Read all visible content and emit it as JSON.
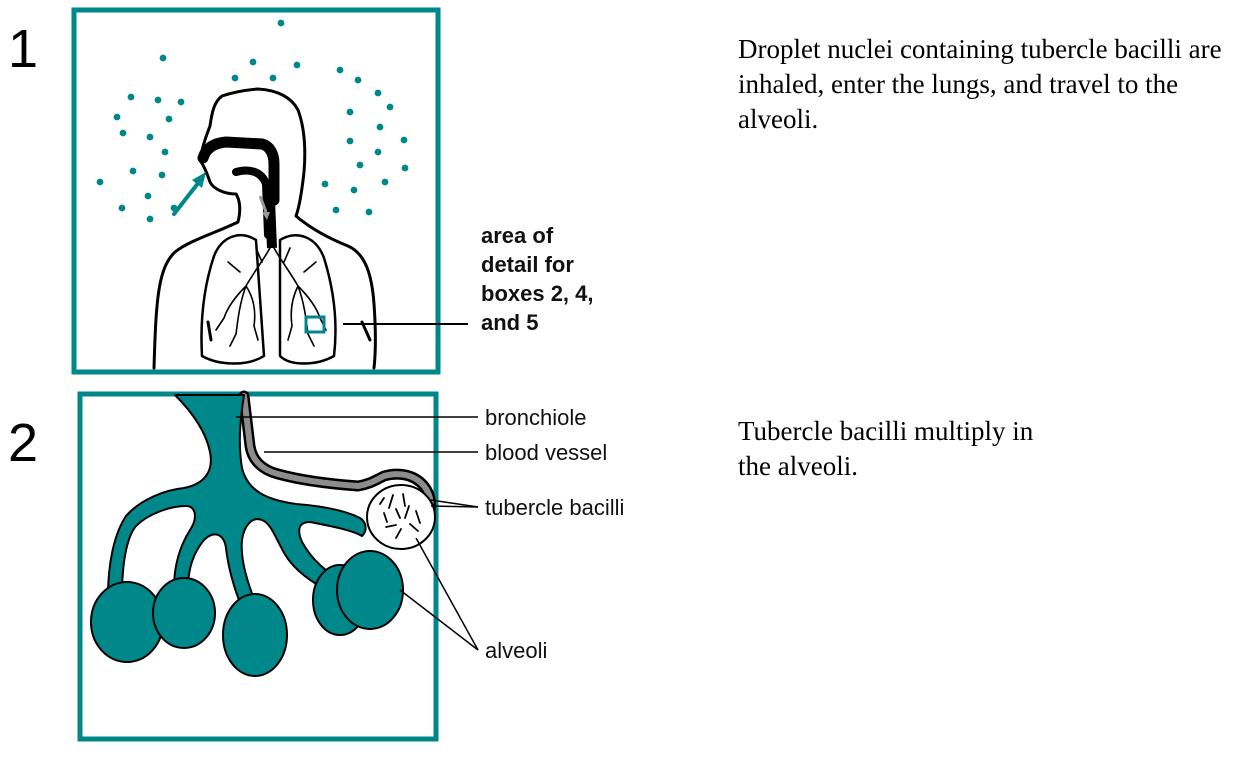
{
  "steps": [
    {
      "number": "1",
      "description": "Droplet nuclei containing tubercle bacilli are inhaled, enter the lungs, and travel to the alveoli.",
      "callout_lines": [
        "area of",
        "detail for",
        "boxes 2, 4,",
        "and 5"
      ]
    },
    {
      "number": "2",
      "description": "Tubercle bacilli multiply in the alveoli.",
      "labels": {
        "bronchiole": "bronchiole",
        "blood_vessel": "blood vessel",
        "tubercle_bacilli": "tubercle bacilli",
        "alveoli": "alveoli"
      }
    }
  ],
  "colors": {
    "teal": "#00878a",
    "gray": "#8c8c8c",
    "black": "#000000"
  }
}
